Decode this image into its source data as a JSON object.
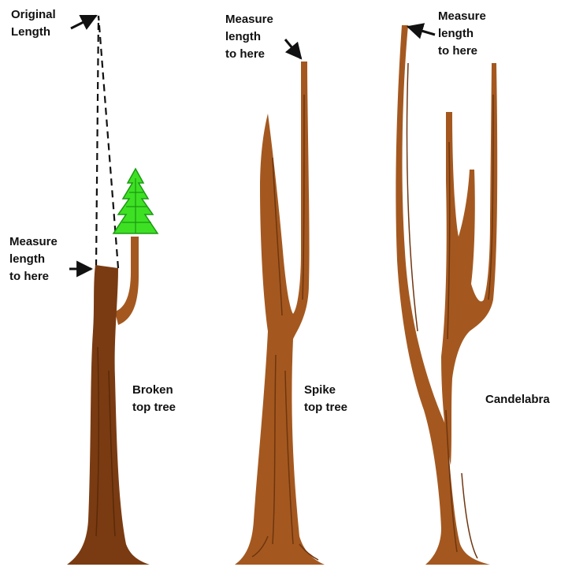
{
  "labels": {
    "original_length": "Original\nLength",
    "measure_broken": "Measure\nlength\nto here",
    "measure_spike": "Measure\nlength\nto here",
    "measure_candelabra": "Measure\nlength\nto here",
    "broken_caption": "Broken\ntop tree",
    "spike_caption": "Spike\ntop tree",
    "candelabra_caption": "Candelabra"
  },
  "colors": {
    "trunk_brown": "#a4581f",
    "trunk_dark": "#6e350f",
    "broken_trunk": "#7a3b12",
    "foliage": "#3ee024",
    "foliage_dark": "#1a9a10",
    "arrow": "#111111",
    "dashed_outline": "#111111"
  },
  "icons": {
    "foliage": "conifer-foliage-icon",
    "arrow": "pointer-arrow-icon"
  }
}
